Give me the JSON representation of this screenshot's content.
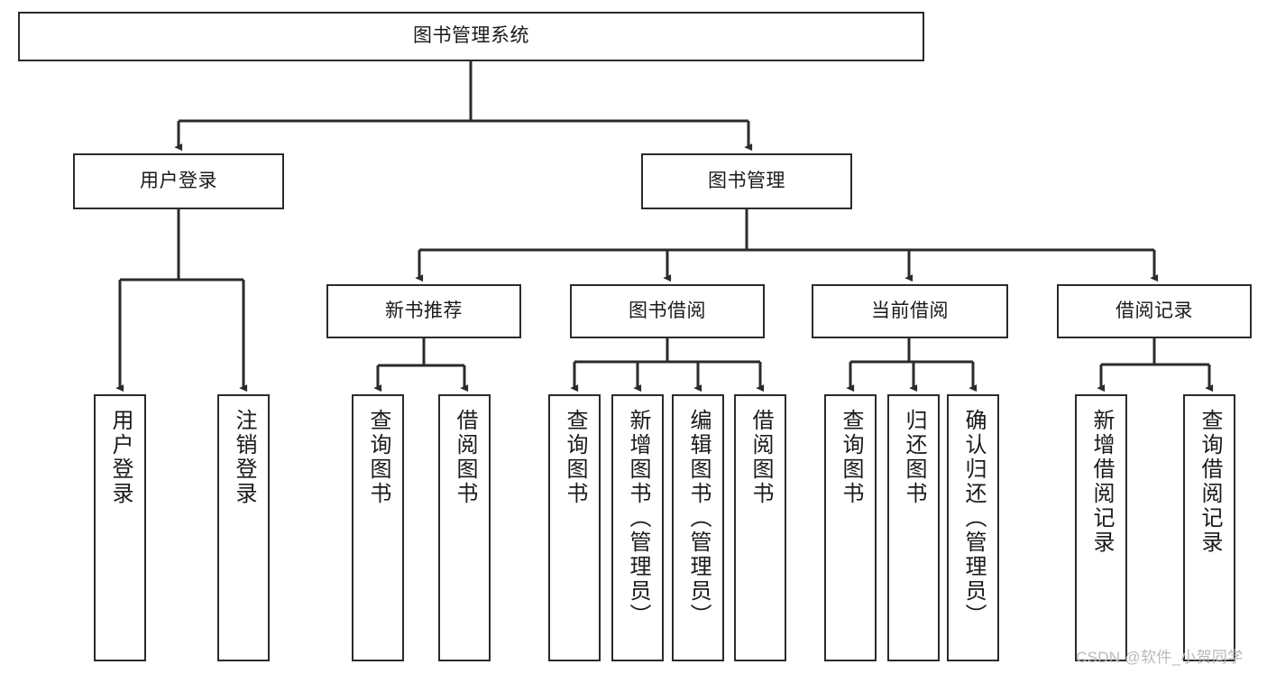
{
  "diagram": {
    "type": "tree-hierarchy",
    "title": "图书管理系统",
    "watermark": "CSDN @软件_小贺同学",
    "colors": {
      "box_border": "#2b2b2b",
      "box_fill": "#ffffff",
      "connector": "#2b2b2b",
      "text": "#1a1a1a",
      "watermark": "#b9b9b9"
    },
    "nodes": {
      "root": {
        "label": "图书管理系统",
        "orientation": "horizontal"
      },
      "level2": [
        {
          "id": "user-login",
          "label": "用户登录",
          "orientation": "horizontal"
        },
        {
          "id": "book-manage",
          "label": "图书管理",
          "orientation": "horizontal"
        }
      ],
      "level3": [
        {
          "id": "new-book-recommend",
          "label": "新书推荐",
          "orientation": "horizontal"
        },
        {
          "id": "book-borrow",
          "label": "图书借阅",
          "orientation": "horizontal"
        },
        {
          "id": "current-borrow",
          "label": "当前借阅",
          "orientation": "horizontal"
        },
        {
          "id": "borrow-record",
          "label": "借阅记录",
          "orientation": "horizontal"
        }
      ],
      "leaves": {
        "user-login": [
          {
            "id": "leaf-user-login",
            "label": "用户登录",
            "orientation": "vertical"
          },
          {
            "id": "leaf-logout",
            "label": "注销登录",
            "orientation": "vertical"
          }
        ],
        "new-book-recommend": [
          {
            "id": "leaf-query-book-1",
            "label": "查询图书",
            "orientation": "vertical"
          },
          {
            "id": "leaf-borrow-book-1",
            "label": "借阅图书",
            "orientation": "vertical"
          }
        ],
        "book-borrow": [
          {
            "id": "leaf-query-book-2",
            "label": "查询图书",
            "orientation": "vertical"
          },
          {
            "id": "leaf-add-book",
            "label": "新增图书（管理员）",
            "orientation": "vertical"
          },
          {
            "id": "leaf-edit-book",
            "label": "编辑图书（管理员）",
            "orientation": "vertical"
          },
          {
            "id": "leaf-borrow-book-2",
            "label": "借阅图书",
            "orientation": "vertical"
          }
        ],
        "current-borrow": [
          {
            "id": "leaf-query-book-3",
            "label": "查询图书",
            "orientation": "vertical"
          },
          {
            "id": "leaf-return-book",
            "label": "归还图书",
            "orientation": "vertical"
          },
          {
            "id": "leaf-confirm-return",
            "label": "确认归还（管理员）",
            "orientation": "vertical"
          }
        ],
        "borrow-record": [
          {
            "id": "leaf-add-record",
            "label": "新增借阅记录",
            "orientation": "vertical"
          },
          {
            "id": "leaf-query-record",
            "label": "查询借阅记录",
            "orientation": "vertical"
          }
        ]
      }
    }
  }
}
